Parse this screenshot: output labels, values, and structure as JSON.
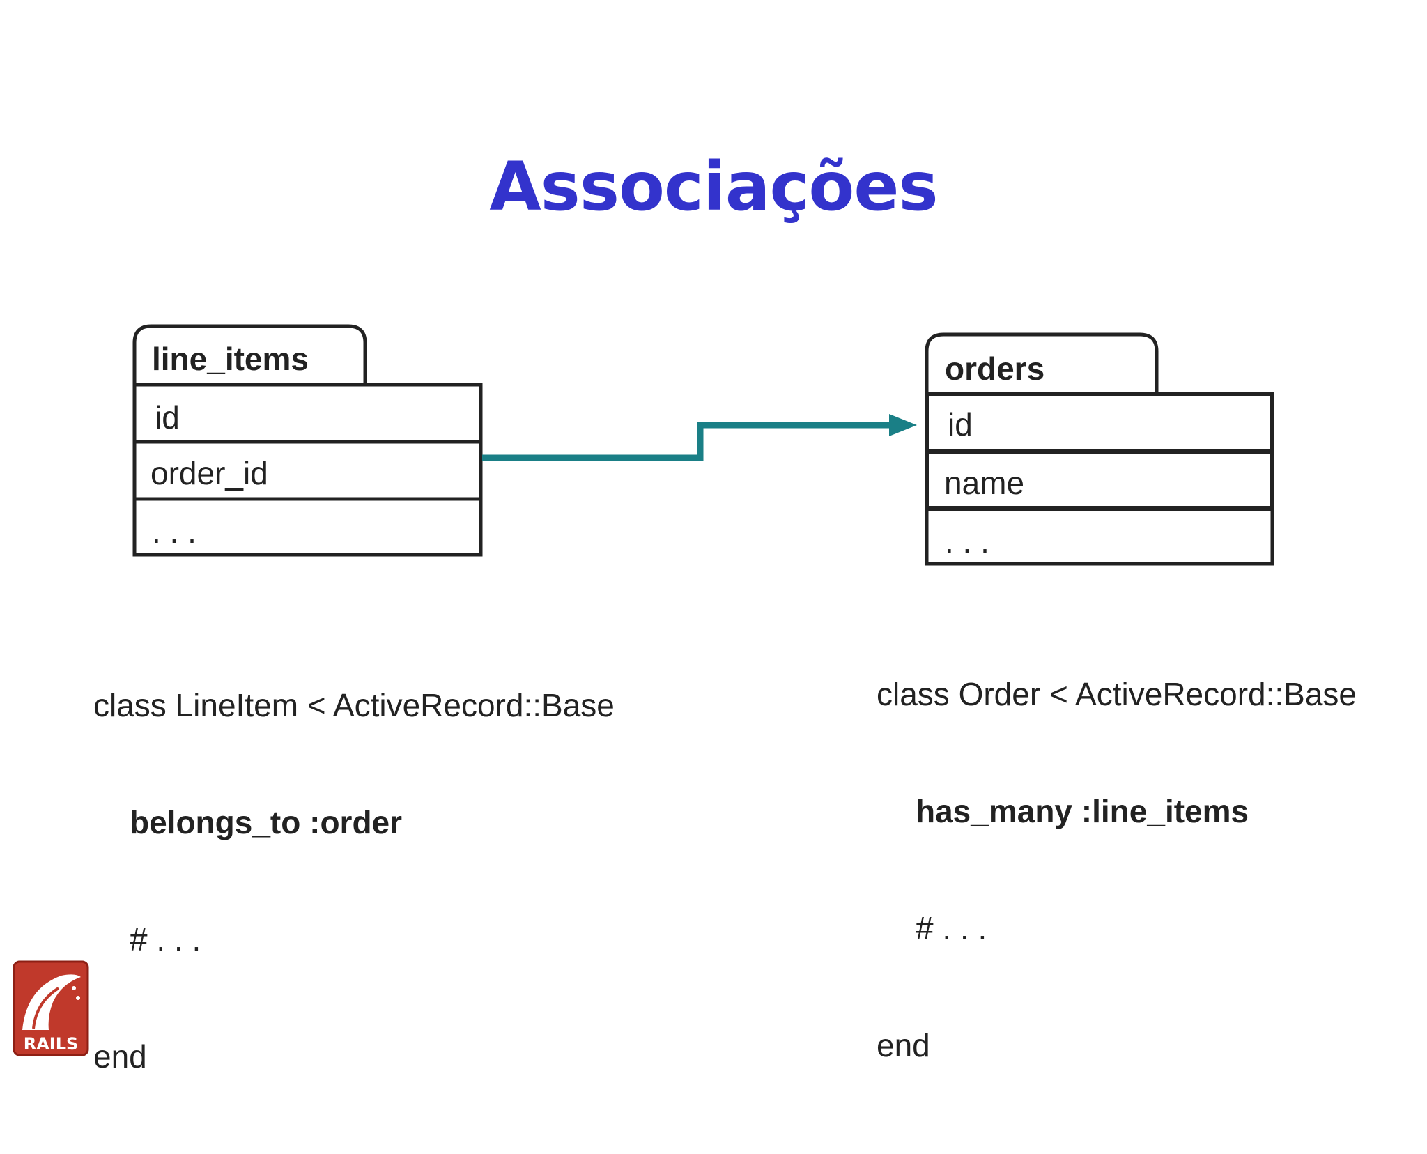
{
  "title": "Associações",
  "colors": {
    "title": "#3333cc",
    "arrow": "#1a7f86",
    "box_stroke": "#222222",
    "logo_red": "#c0392b"
  },
  "tables": {
    "line_items": {
      "name": "line_items",
      "fields": [
        "id",
        "order_id",
        ". . ."
      ]
    },
    "orders": {
      "name": "orders",
      "fields": [
        "id",
        "name",
        ". . ."
      ]
    }
  },
  "code": {
    "line_item": {
      "line1": "class LineItem < ActiveRecord::Base",
      "line2": "belongs_to :order",
      "line3": "# . . .",
      "line4": "end"
    },
    "order": {
      "line1": "class Order < ActiveRecord::Base",
      "line2": "has_many :line_items",
      "line3": "# . . .",
      "line4": "end"
    }
  },
  "logo": {
    "text": "RAILS",
    "icon": "rails-logo-icon"
  }
}
